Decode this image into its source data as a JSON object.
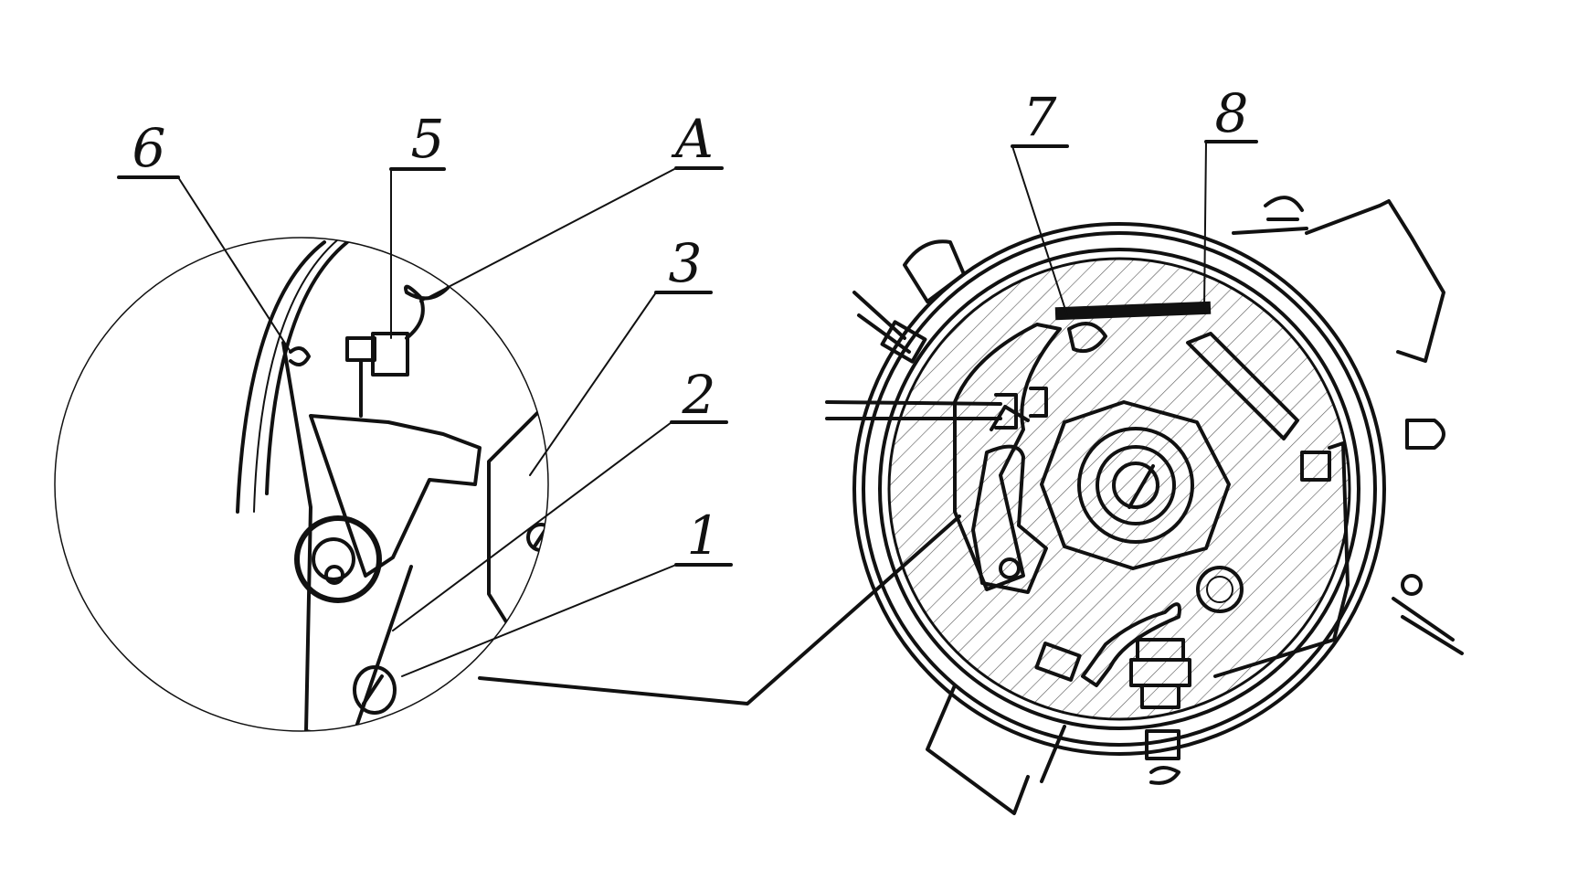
{
  "diagram": {
    "callouts": [
      {
        "id": "6",
        "text": "6"
      },
      {
        "id": "5",
        "text": "5"
      },
      {
        "id": "A",
        "text": "A"
      },
      {
        "id": "3",
        "text": "3"
      },
      {
        "id": "2",
        "text": "2"
      },
      {
        "id": "1",
        "text": "1"
      },
      {
        "id": "7",
        "text": "7"
      },
      {
        "id": "8",
        "text": "8"
      }
    ],
    "colors": {
      "ink": "#111111",
      "background": "#ffffff"
    }
  }
}
